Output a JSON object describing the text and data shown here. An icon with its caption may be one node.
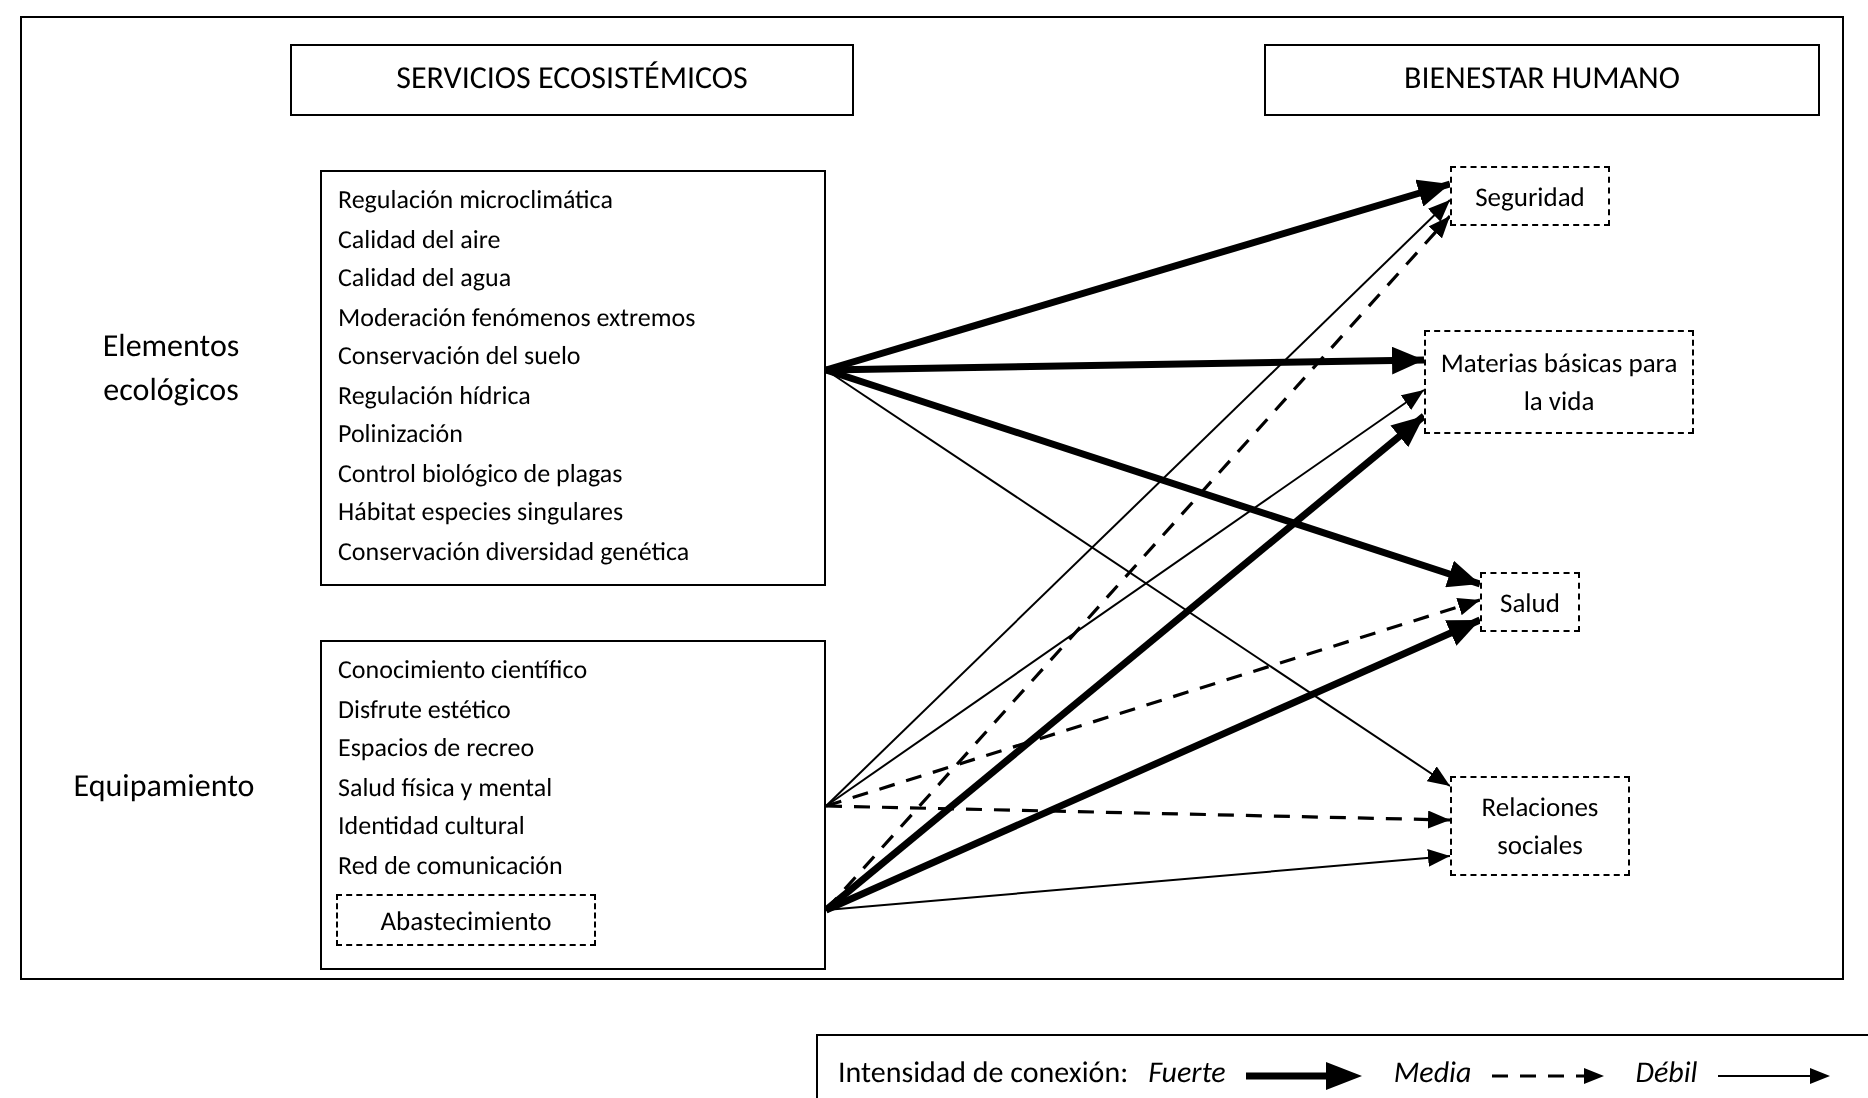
{
  "diagram": {
    "nodes": [
      {
        "text": [
          "SERVICIOS ECOSISTÉMICOS"
        ]
      },
      {
        "text": [
          "BIENESTAR HUMANO"
        ]
      },
      {
        "text": [
          "Elementos ecológicos"
        ]
      },
      {
        "text": [
          "Regulación microclimática",
          "Calidad del aire",
          "Calidad del agua",
          "Moderación fenómenos extremos",
          "Conservación del suelo",
          "Regulación hídrica",
          "Polinización",
          "Control biológico de plagas",
          "Hábitat especies singulares",
          "Conservación diversidad genética"
        ]
      },
      {
        "text": [
          "Equipamiento"
        ]
      },
      {
        "text": [
          "Conocimiento científico",
          "Disfrute estético",
          "Espacios de recreo",
          "Salud física y mental",
          "Identidad cultural",
          "Red de comunicación"
        ]
      },
      {
        "text": [
          "Abastecimiento"
        ],
        "in": 5
      },
      {
        "text": [
          "Seguridad"
        ]
      },
      {
        "text": [
          "Materias básicas para la vida"
        ]
      },
      {
        "text": [
          "Salud"
        ]
      },
      {
        "text": [
          "Relaciones sociales"
        ]
      }
    ],
    "edges": [
      {
        "from": 3,
        "to": 7,
        "arrow": "to",
        "style": "thick"
      },
      {
        "from": 3,
        "to": 8,
        "arrow": "to",
        "style": "thick"
      },
      {
        "from": 3,
        "to": 9,
        "arrow": "to",
        "style": "thick"
      },
      {
        "from": 3,
        "to": 10,
        "arrow": "to"
      },
      {
        "from": 5,
        "to": 7,
        "arrow": "to"
      },
      {
        "from": 5,
        "to": 8,
        "arrow": "to"
      },
      {
        "from": 5,
        "to": 9,
        "arrow": "to",
        "style": "dashed"
      },
      {
        "from": 5,
        "to": 10,
        "arrow": "to",
        "style": "dashed"
      },
      {
        "from": 5,
        "to": 7,
        "arrow": "to",
        "style": "dashed"
      },
      {
        "from": 5,
        "to": 8,
        "arrow": "to",
        "style": "thick"
      },
      {
        "from": 5,
        "to": 9,
        "arrow": "to",
        "style": "thick"
      },
      {
        "from": 5,
        "to": 10,
        "arrow": "to"
      }
    ],
    "labels": [
      "Intensidad de conexión:"
    ],
    "legend": [
      {
        "text": "Fuerte"
      },
      {
        "text": "Media"
      },
      {
        "text": "Débil"
      }
    ]
  }
}
